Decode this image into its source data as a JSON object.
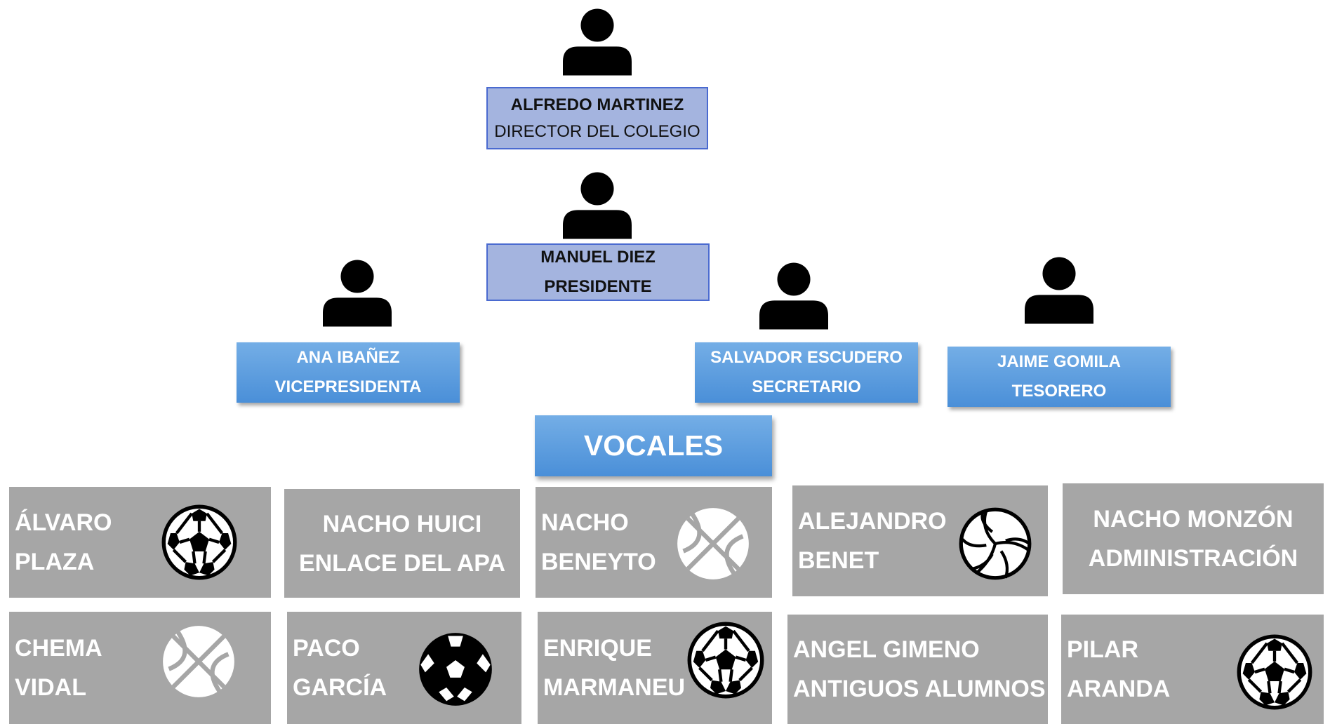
{
  "director": {
    "name": "ALFREDO MARTINEZ",
    "title": "DIRECTOR DEL COLEGIO"
  },
  "president": {
    "name": "MANUEL DIEZ",
    "title": "PRESIDENTE"
  },
  "vicepresident": {
    "name": "ANA IBAÑEZ",
    "title": "VICEPRESIDENTA"
  },
  "secretary": {
    "name": "SALVADOR ESCUDERO",
    "title": "SECRETARIO"
  },
  "treasurer": {
    "name": "JAIME GOMILA",
    "title": "TESORERO"
  },
  "vocales": {
    "heading": "VOCALES",
    "members": [
      {
        "line1": "ÁLVARO",
        "line2": "PLAZA",
        "icon": "handball-icon"
      },
      {
        "line1": "NACHO HUICI",
        "line2": "ENLACE DEL APA",
        "icon": ""
      },
      {
        "line1": "NACHO",
        "line2": "BENEYTO",
        "icon": "basketball-icon"
      },
      {
        "line1": "ALEJANDRO",
        "line2": "BENET",
        "icon": "volleyball-icon"
      },
      {
        "line1": "NACHO MONZÓN",
        "line2": "ADMINISTRACIÓN",
        "icon": ""
      },
      {
        "line1": "CHEMA",
        "line2": "VIDAL",
        "icon": "basketball-icon"
      },
      {
        "line1": "PACO",
        "line2": "GARCÍA",
        "icon": "soccer-ball-icon"
      },
      {
        "line1": "ENRIQUE",
        "line2": "MARMANEU",
        "icon": "handball-icon"
      },
      {
        "line1": "ANGEL GIMENO",
        "line2": "ANTIGUOS ALUMNOS",
        "icon": ""
      },
      {
        "line1": "PILAR",
        "line2": "ARANDA",
        "icon": "handball-icon"
      }
    ]
  },
  "colors": {
    "director_box": "#a4b4df",
    "role_box": "#5b9bd5",
    "card": "#a6a6a6",
    "person_icon": "#000000"
  }
}
